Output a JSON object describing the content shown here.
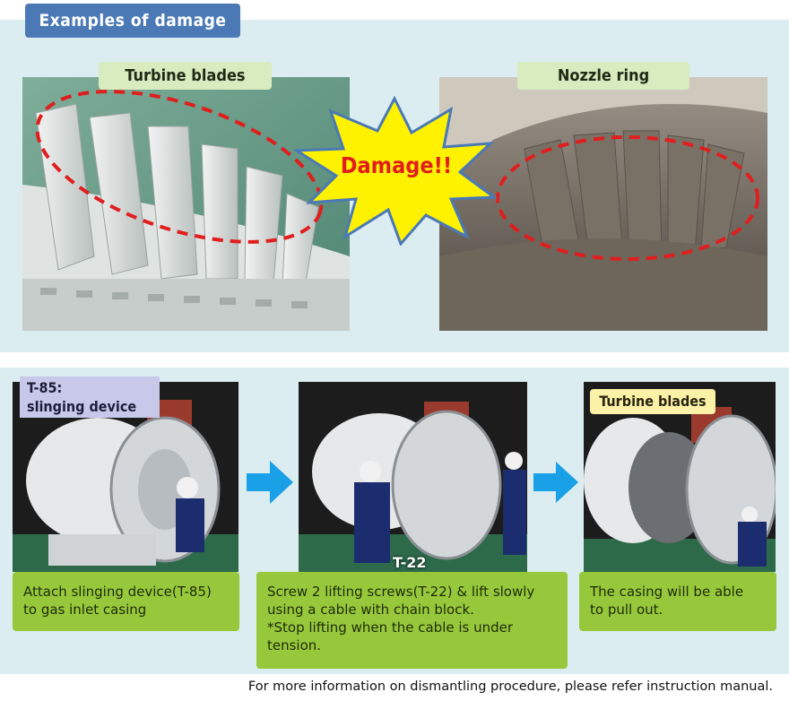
{
  "header": {
    "title": "Examples of damage"
  },
  "damage": {
    "turbine_label": "Turbine blades",
    "nozzle_label": "Nozzle ring",
    "burst_text": "Damage!!"
  },
  "steps": [
    {
      "tag": "T-85:\nslinging device",
      "caption": "Attach slinging device(T-85)\nto gas inlet casing"
    },
    {
      "tag": "T-22",
      "caption": "Screw 2 lifting screws(T-22) & lift slowly using a cable with chain block.\n*Stop lifting when the cable is under tension."
    },
    {
      "tag": "Turbine blades",
      "caption": "The casing will be able\nto pull out."
    }
  ],
  "footer": "For more information on dismantling procedure, please refer instruction manual.",
  "colors": {
    "accent_blue": "#4a79b6",
    "arrow_blue": "#1aa0e6",
    "caption_green": "#97c83b",
    "dash_red": "#e01e1e",
    "burst_yellow": "#fff200"
  }
}
